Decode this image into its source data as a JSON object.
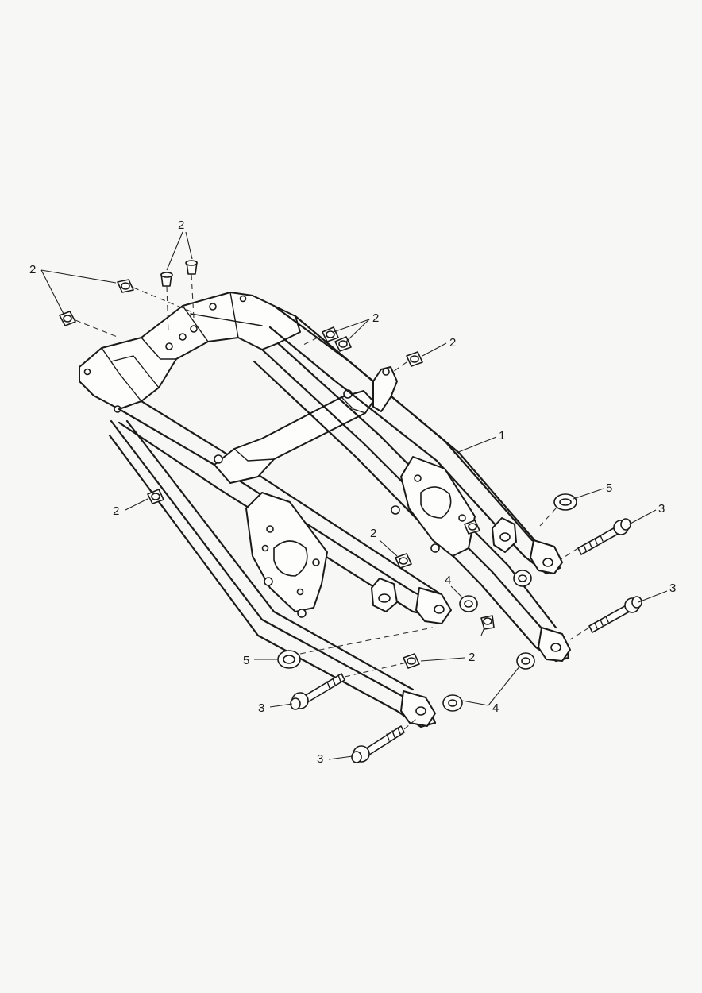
{
  "callouts": [
    {
      "id": "c-2-top",
      "label": "2"
    },
    {
      "id": "c-2-left",
      "label": "2"
    },
    {
      "id": "c-2-mid-right",
      "label": "2"
    },
    {
      "id": "c-2-right",
      "label": "2"
    },
    {
      "id": "c-1",
      "label": "1"
    },
    {
      "id": "c-5-right",
      "label": "5"
    },
    {
      "id": "c-3-right-upper",
      "label": "3"
    },
    {
      "id": "c-2-lower-left",
      "label": "2"
    },
    {
      "id": "c-2-center",
      "label": "2"
    },
    {
      "id": "c-4-upper",
      "label": "4"
    },
    {
      "id": "c-3-right-lower",
      "label": "3"
    },
    {
      "id": "c-5-left",
      "label": "5"
    },
    {
      "id": "c-2-lower-center",
      "label": "2"
    },
    {
      "id": "c-3-left-upper",
      "label": "3"
    },
    {
      "id": "c-4-lower",
      "label": "4"
    },
    {
      "id": "c-3-left-lower",
      "label": "3"
    }
  ],
  "parts": {
    "rear-subframe": "1",
    "clip-nut": "2",
    "bolt": "3",
    "flange-nut": "4",
    "spacer": "5"
  }
}
